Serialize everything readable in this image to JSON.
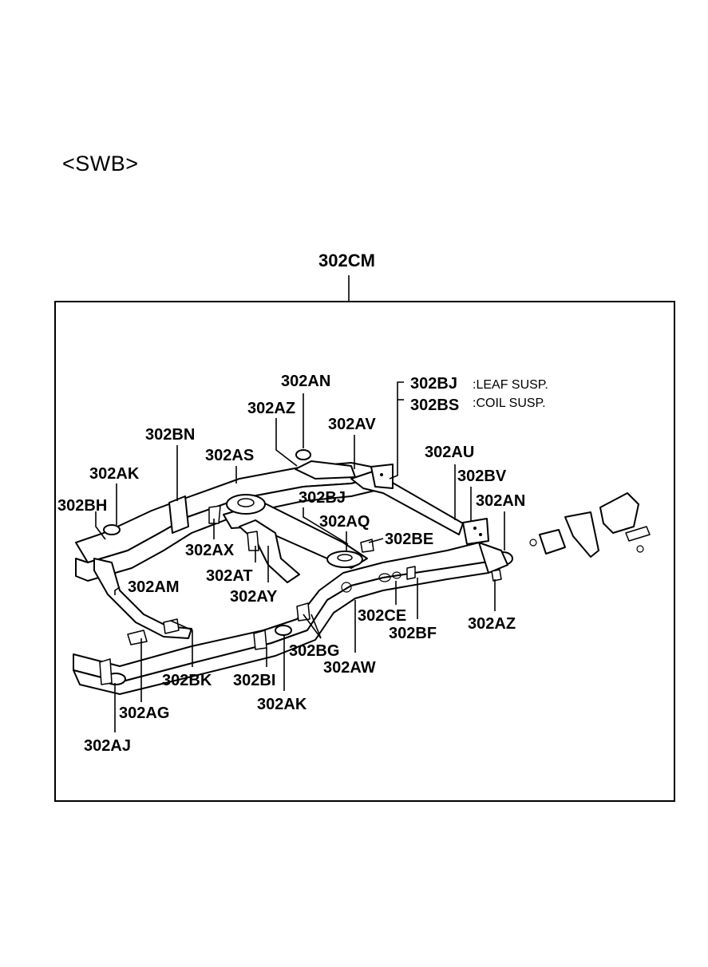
{
  "variant_label": "<SWB>",
  "assembly_label": "302CM",
  "parts": {
    "p302AN_top": "302AN",
    "p302AZ_top": "302AZ",
    "p302AV": "302AV",
    "p302BJ_top": "302BJ",
    "p302BJ_note": ":LEAF SUSP.",
    "p302BS": "302BS",
    "p302BS_note": ":COIL SUSP.",
    "p302BN": "302BN",
    "p302AS": "302AS",
    "p302AK_left": "302AK",
    "p302BH": "302BH",
    "p302BJ_mid": "302BJ",
    "p302AU": "302AU",
    "p302BV": "302BV",
    "p302AN_right": "302AN",
    "p302AQ": "302AQ",
    "p302BE": "302BE",
    "p302AX": "302AX",
    "p302AT": "302AT",
    "p302AM": "302AM",
    "p302AY": "302AY",
    "p302CE": "302CE",
    "p302AZ_right": "302AZ",
    "p302BF": "302BF",
    "p302BG": "302BG",
    "p302AW": "302AW",
    "p302BK": "302BK",
    "p302BI": "302BI",
    "p302AG": "302AG",
    "p302AK_bottom": "302AK",
    "p302AJ": "302AJ"
  }
}
